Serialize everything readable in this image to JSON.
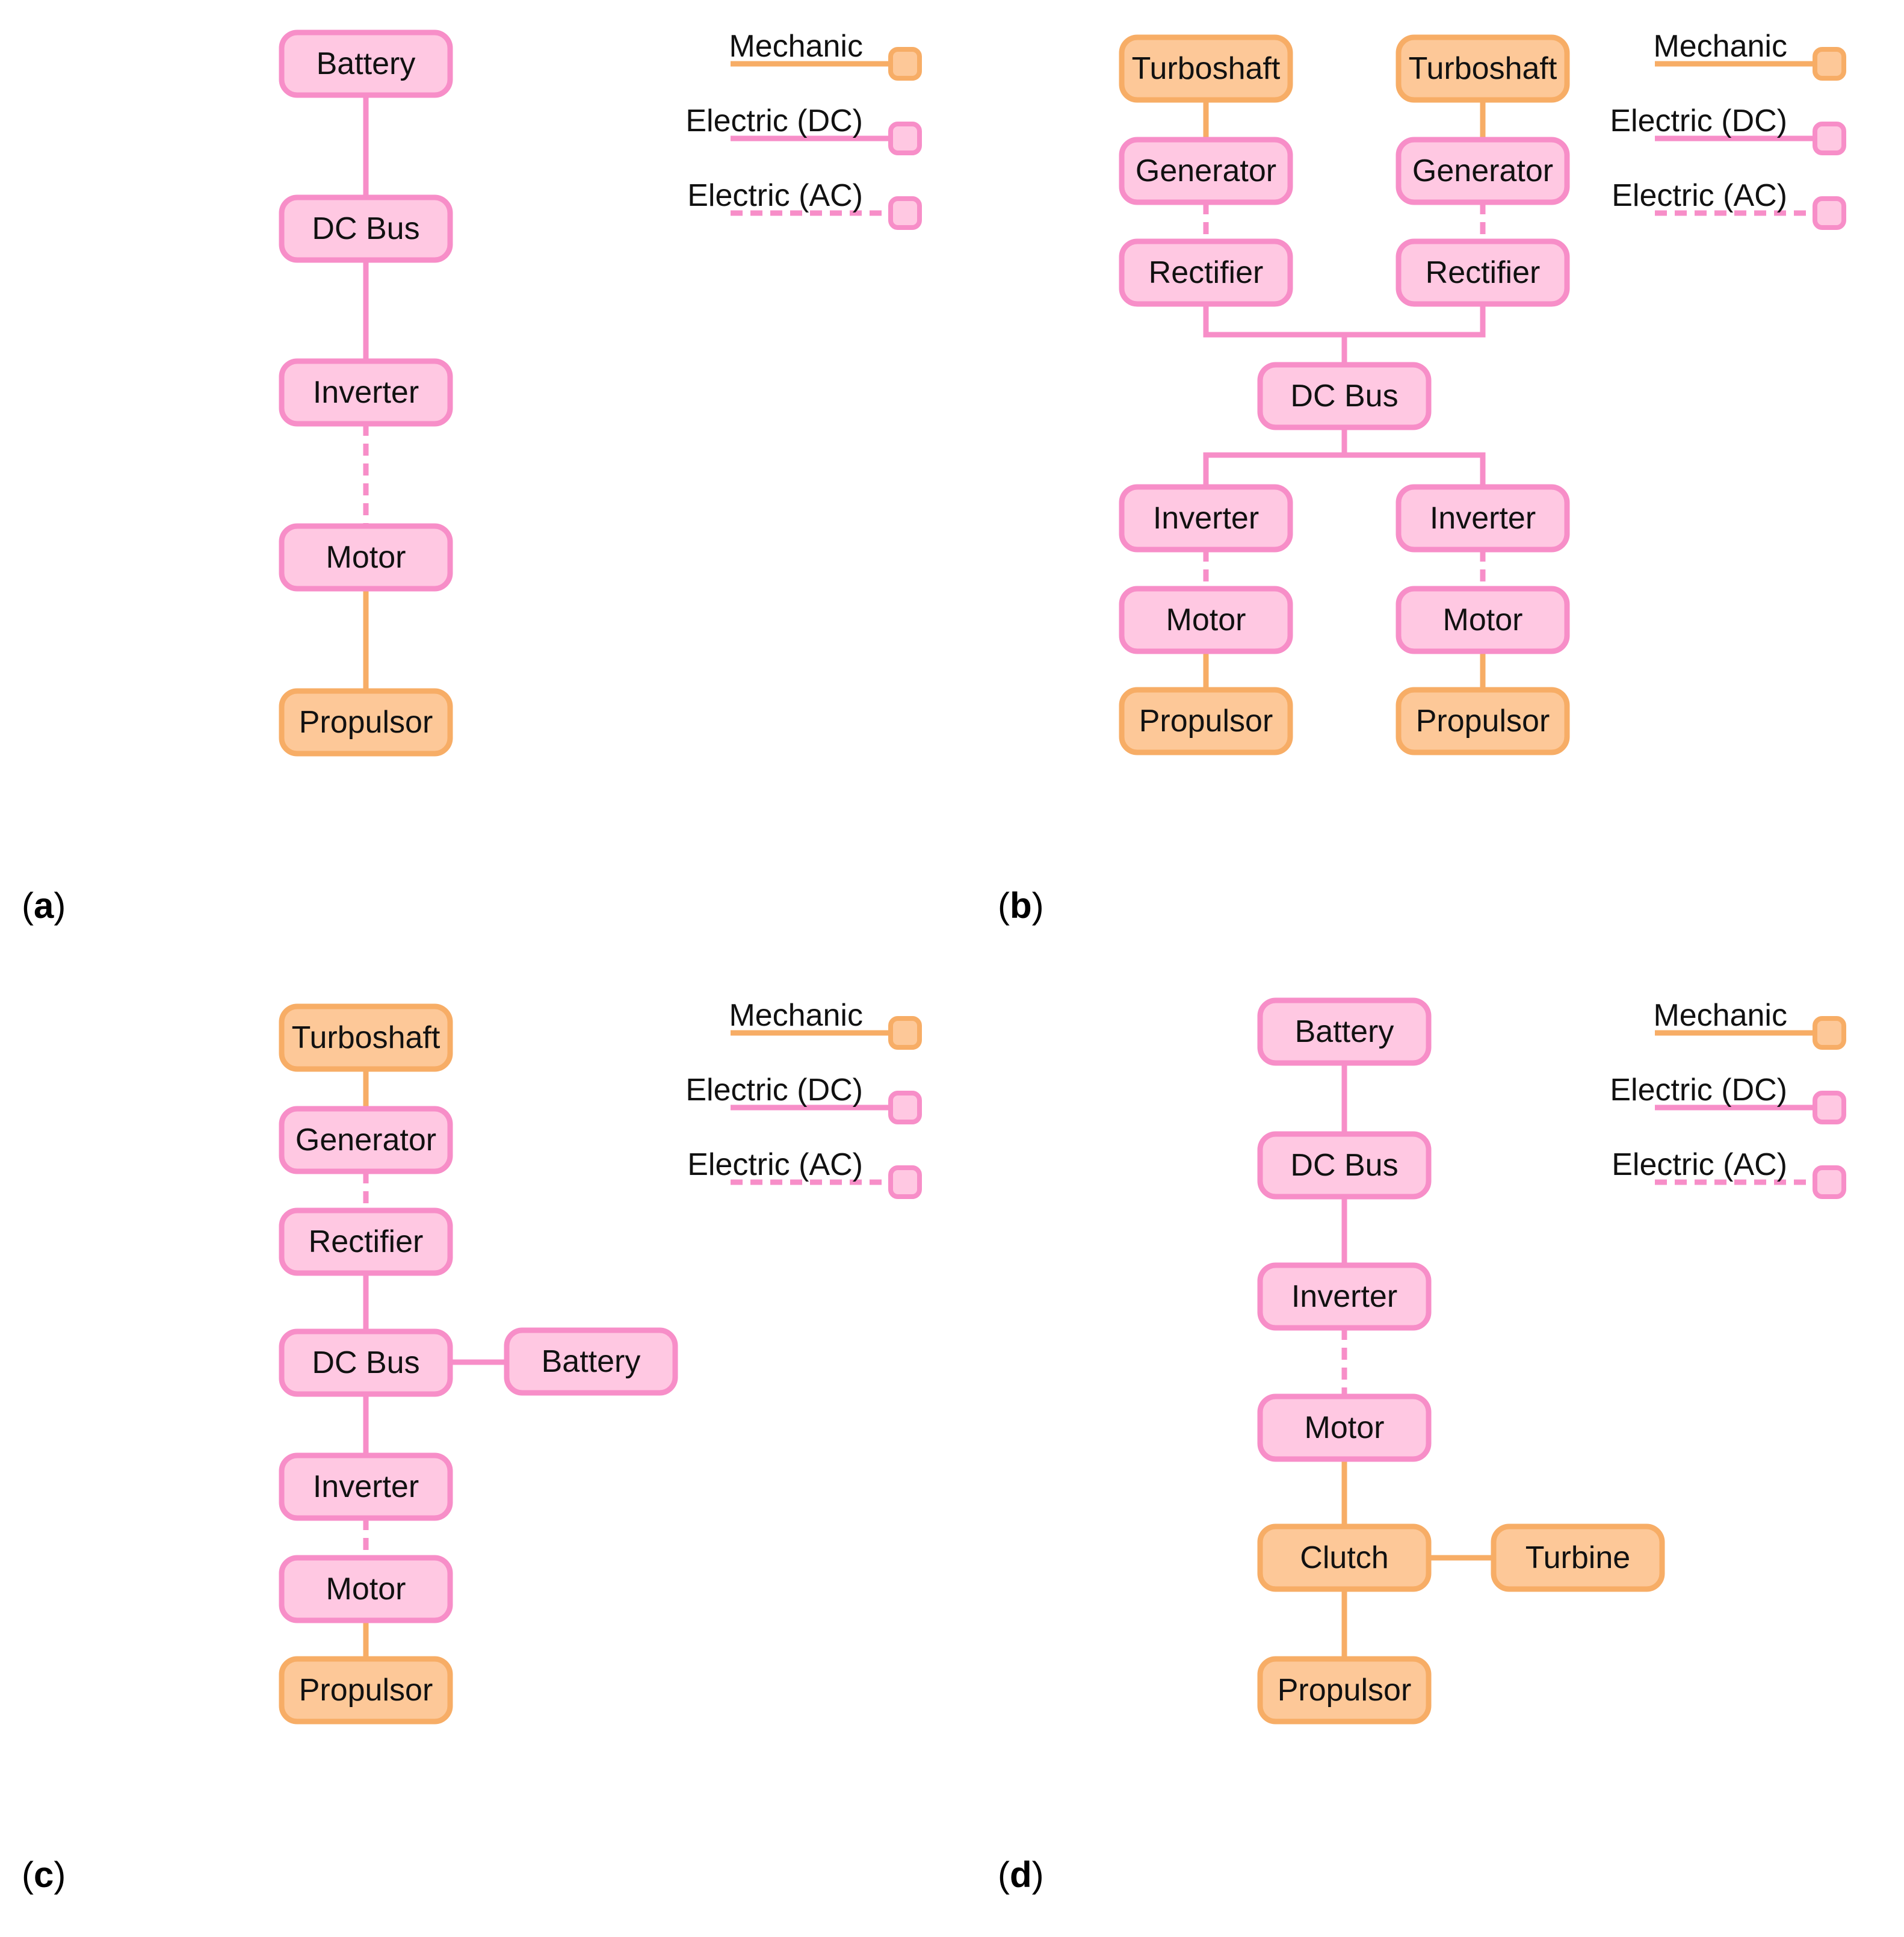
{
  "colors": {
    "electric_fill": "#FFC8E2",
    "electric_stroke": "#F78EC8",
    "mechanic_fill": "#FDC898",
    "mechanic_stroke": "#F7AD66"
  },
  "legend": {
    "mechanic": "Mechanic",
    "electric_dc": "Electric (DC)",
    "electric_ac": "Electric (AC)"
  },
  "panels": [
    {
      "id": "a",
      "label": "a",
      "nodes": [
        {
          "id": "battery",
          "label": "Battery",
          "kind": "electric"
        },
        {
          "id": "dcbus",
          "label": "DC Bus",
          "kind": "electric"
        },
        {
          "id": "inverter",
          "label": "Inverter",
          "kind": "electric"
        },
        {
          "id": "motor",
          "label": "Motor",
          "kind": "electric"
        },
        {
          "id": "propulsor",
          "label": "Propulsor",
          "kind": "mechanic"
        }
      ],
      "edges": [
        {
          "from": "battery",
          "to": "dcbus",
          "type": "dc"
        },
        {
          "from": "dcbus",
          "to": "inverter",
          "type": "dc"
        },
        {
          "from": "inverter",
          "to": "motor",
          "type": "ac"
        },
        {
          "from": "motor",
          "to": "propulsor",
          "type": "mechanic"
        }
      ]
    },
    {
      "id": "b",
      "label": "b",
      "nodes": [
        {
          "id": "turbo1",
          "label": "Turboshaft",
          "kind": "mechanic"
        },
        {
          "id": "turbo2",
          "label": "Turboshaft",
          "kind": "mechanic"
        },
        {
          "id": "gen1",
          "label": "Generator",
          "kind": "electric"
        },
        {
          "id": "gen2",
          "label": "Generator",
          "kind": "electric"
        },
        {
          "id": "rect1",
          "label": "Rectifier",
          "kind": "electric"
        },
        {
          "id": "rect2",
          "label": "Rectifier",
          "kind": "electric"
        },
        {
          "id": "dcbus",
          "label": "DC Bus",
          "kind": "electric"
        },
        {
          "id": "inv1",
          "label": "Inverter",
          "kind": "electric"
        },
        {
          "id": "inv2",
          "label": "Inverter",
          "kind": "electric"
        },
        {
          "id": "motor1",
          "label": "Motor",
          "kind": "electric"
        },
        {
          "id": "motor2",
          "label": "Motor",
          "kind": "electric"
        },
        {
          "id": "prop1",
          "label": "Propulsor",
          "kind": "mechanic"
        },
        {
          "id": "prop2",
          "label": "Propulsor",
          "kind": "mechanic"
        }
      ],
      "edges": [
        {
          "from": "turbo1",
          "to": "gen1",
          "type": "mechanic"
        },
        {
          "from": "turbo2",
          "to": "gen2",
          "type": "mechanic"
        },
        {
          "from": "gen1",
          "to": "rect1",
          "type": "ac"
        },
        {
          "from": "gen2",
          "to": "rect2",
          "type": "ac"
        },
        {
          "from": "rect1",
          "to": "dcbus",
          "type": "dc"
        },
        {
          "from": "rect2",
          "to": "dcbus",
          "type": "dc"
        },
        {
          "from": "dcbus",
          "to": "inv1",
          "type": "dc"
        },
        {
          "from": "dcbus",
          "to": "inv2",
          "type": "dc"
        },
        {
          "from": "inv1",
          "to": "motor1",
          "type": "ac"
        },
        {
          "from": "inv2",
          "to": "motor2",
          "type": "ac"
        },
        {
          "from": "motor1",
          "to": "prop1",
          "type": "mechanic"
        },
        {
          "from": "motor2",
          "to": "prop2",
          "type": "mechanic"
        }
      ]
    },
    {
      "id": "c",
      "label": "c",
      "nodes": [
        {
          "id": "turbo",
          "label": "Turboshaft",
          "kind": "mechanic"
        },
        {
          "id": "gen",
          "label": "Generator",
          "kind": "electric"
        },
        {
          "id": "rect",
          "label": "Rectifier",
          "kind": "electric"
        },
        {
          "id": "dcbus",
          "label": "DC Bus",
          "kind": "electric"
        },
        {
          "id": "battery",
          "label": "Battery",
          "kind": "electric"
        },
        {
          "id": "inverter",
          "label": "Inverter",
          "kind": "electric"
        },
        {
          "id": "motor",
          "label": "Motor",
          "kind": "electric"
        },
        {
          "id": "propulsor",
          "label": "Propulsor",
          "kind": "mechanic"
        }
      ],
      "edges": [
        {
          "from": "turbo",
          "to": "gen",
          "type": "mechanic"
        },
        {
          "from": "gen",
          "to": "rect",
          "type": "ac"
        },
        {
          "from": "rect",
          "to": "dcbus",
          "type": "dc"
        },
        {
          "from": "dcbus",
          "to": "battery",
          "type": "dc"
        },
        {
          "from": "dcbus",
          "to": "inverter",
          "type": "dc"
        },
        {
          "from": "inverter",
          "to": "motor",
          "type": "ac"
        },
        {
          "from": "motor",
          "to": "propulsor",
          "type": "mechanic"
        }
      ]
    },
    {
      "id": "d",
      "label": "d",
      "nodes": [
        {
          "id": "battery",
          "label": "Battery",
          "kind": "electric"
        },
        {
          "id": "dcbus",
          "label": "DC Bus",
          "kind": "electric"
        },
        {
          "id": "inverter",
          "label": "Inverter",
          "kind": "electric"
        },
        {
          "id": "motor",
          "label": "Motor",
          "kind": "electric"
        },
        {
          "id": "clutch",
          "label": "Clutch",
          "kind": "mechanic"
        },
        {
          "id": "turbine",
          "label": "Turbine",
          "kind": "mechanic"
        },
        {
          "id": "propulsor",
          "label": "Propulsor",
          "kind": "mechanic"
        }
      ],
      "edges": [
        {
          "from": "battery",
          "to": "dcbus",
          "type": "dc"
        },
        {
          "from": "dcbus",
          "to": "inverter",
          "type": "dc"
        },
        {
          "from": "inverter",
          "to": "motor",
          "type": "ac"
        },
        {
          "from": "motor",
          "to": "clutch",
          "type": "mechanic"
        },
        {
          "from": "clutch",
          "to": "turbine",
          "type": "mechanic"
        },
        {
          "from": "clutch",
          "to": "propulsor",
          "type": "mechanic"
        }
      ]
    }
  ]
}
